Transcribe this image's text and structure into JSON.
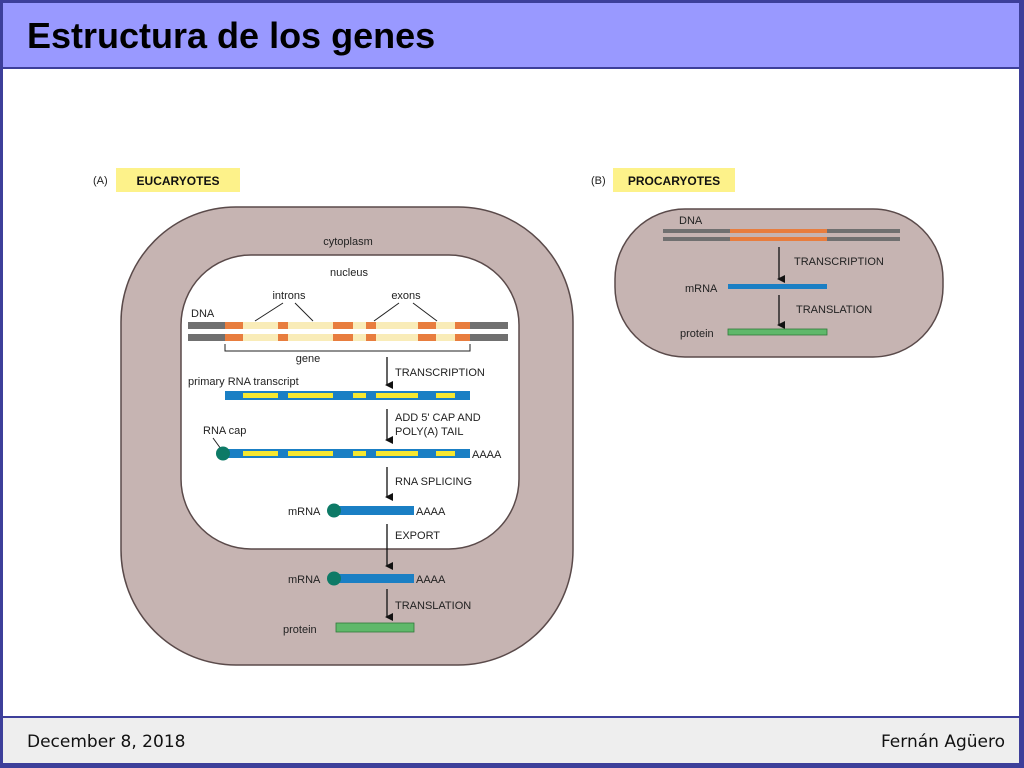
{
  "slide": {
    "title": "Estructura de los genes",
    "footer_date": "December 8, 2018",
    "footer_author": "Fernán Agüero"
  },
  "colors": {
    "title_bar": "#9999ff",
    "frame": "#3d3f9a",
    "cell": "#c6b4b2",
    "nucleus": "#ffffff",
    "label_box": "#fdf28a",
    "dna_strand": "#707070",
    "exon": "#e87d3e",
    "intron": "#f9ecb8",
    "rna": "#1a7fc4",
    "rna_intron": "#f6e830",
    "cap": "#0d7a66",
    "protein": "#5fb86a"
  },
  "eukaryotes": {
    "panel_letter": "(A)",
    "label": "EUCARYOTES",
    "cytoplasm": "cytoplasm",
    "nucleus": "nucleus",
    "introns": "introns",
    "exons": "exons",
    "dna": "DNA",
    "gene": "gene",
    "primary_transcript": "primary RNA transcript",
    "transcription": "TRANSCRIPTION",
    "cap_tail_line1": "ADD 5' CAP AND",
    "cap_tail_line2": "POLY(A) TAIL",
    "rna_cap": "RNA cap",
    "polya_1": "AAAA",
    "rna_splicing": "RNA SPLICING",
    "mrna_1": "mRNA",
    "polya_2": "AAAA",
    "export": "EXPORT",
    "mrna_2": "mRNA",
    "polya_3": "AAAA",
    "translation": "TRANSLATION",
    "protein": "protein"
  },
  "prokaryotes": {
    "panel_letter": "(B)",
    "label": "PROCARYOTES",
    "dna": "DNA",
    "transcription": "TRANSCRIPTION",
    "mrna": "mRNA",
    "translation": "TRANSLATION",
    "protein": "protein"
  }
}
